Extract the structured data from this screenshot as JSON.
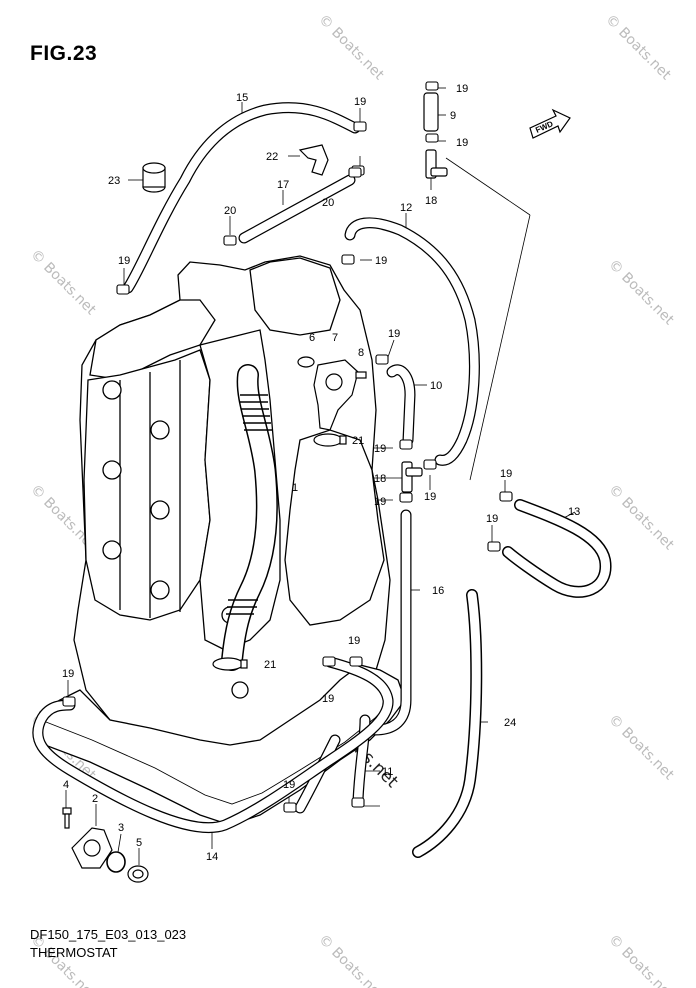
{
  "figure": {
    "title": "FIG.23",
    "code": "DF150_175_E03_013_023",
    "name": "THERMOSTAT"
  },
  "fwd_badge": "FWD",
  "watermark": "© Boats.net",
  "callouts": {
    "c1": "1",
    "c2": "2",
    "c3": "3",
    "c4": "4",
    "c5": "5",
    "c6": "6",
    "c7": "7",
    "c8": "8",
    "c9": "9",
    "c10": "10",
    "c11": "11",
    "c12": "12",
    "c13": "13",
    "c14": "14",
    "c15": "15",
    "c16": "16",
    "c17": "17",
    "c18a": "18",
    "c18b": "18",
    "c19a": "19",
    "c19b": "19",
    "c19c": "19",
    "c19d": "19",
    "c19e": "19",
    "c19f": "19",
    "c19g": "19",
    "c19h": "19",
    "c19i": "19",
    "c19j": "19",
    "c19k": "19",
    "c19l": "19",
    "c19m": "19",
    "c19n": "19",
    "c19o": "19",
    "c20a": "20",
    "c20b": "20",
    "c21a": "21",
    "c21b": "21",
    "c22": "22",
    "c23": "23",
    "c24": "24"
  }
}
